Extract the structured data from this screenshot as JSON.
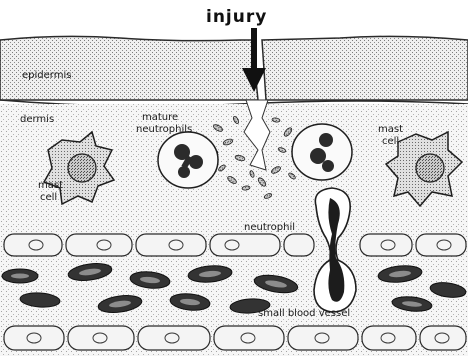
{
  "diagram": {
    "labels": {
      "injury": "injury",
      "epidermis": "epidermis",
      "dermis": "dermis",
      "mature_neutrophils_line1": "mature",
      "mature_neutrophils_line2": "neutrophils",
      "mast_cell_left_line1": "mast",
      "mast_cell_left_line2": "cell",
      "mast_cell_right_line1": "mast",
      "mast_cell_right_line2": "cell",
      "neutrophil": "neutrophil",
      "small_blood_vessel": "small blood vessel"
    },
    "colors": {
      "stipple_dark": "#6b6b6b",
      "cell_outline": "#1e1e1e",
      "nucleus_dark": "#2b2b2b",
      "rbc": "#333333",
      "paper": "#ffffff"
    }
  }
}
